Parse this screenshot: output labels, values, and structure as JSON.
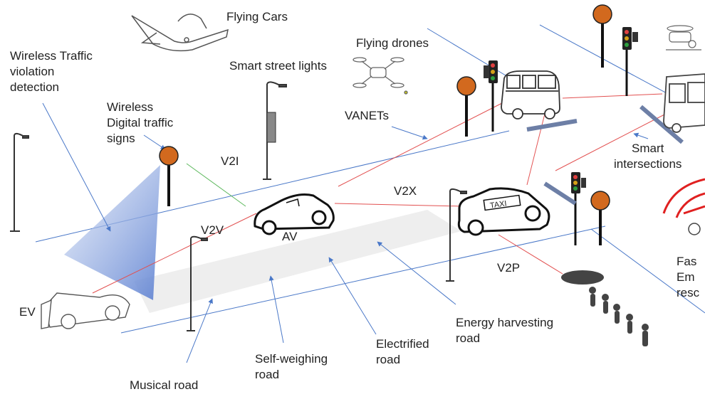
{
  "labels": {
    "flying_cars": "Flying Cars",
    "wireless_traffic": [
      "Wireless Traffic",
      "violation",
      "detection"
    ],
    "flying_drones": "Flying drones",
    "smart_street_lights": "Smart street lights",
    "wireless_signs": [
      "Wireless",
      "Digital traffic",
      "signs"
    ],
    "vanets": "VANETs",
    "v2i": "V2I",
    "v2v": "V2V",
    "v2x": "V2X",
    "v2p": "V2P",
    "av": "AV",
    "ev": "EV",
    "taxi": "TAXI",
    "smart_intersections": [
      "Smart",
      "intersections"
    ],
    "fast_emergency": [
      "Fas",
      "Em",
      "resc"
    ],
    "energy_harvesting": [
      "Energy harvesting",
      "road"
    ],
    "electrified": [
      "Electrified",
      "road"
    ],
    "self_weighing": [
      "Self-weighing",
      "road"
    ],
    "musical_road": "Musical road"
  },
  "colors": {
    "link_red": "#e25050",
    "link_green": "#5cb85c",
    "road_blue": "#4a78c8",
    "sign_orange": "#d2691e",
    "beam_blue": "#6d8fd6",
    "lane_grey": "#ececec"
  }
}
